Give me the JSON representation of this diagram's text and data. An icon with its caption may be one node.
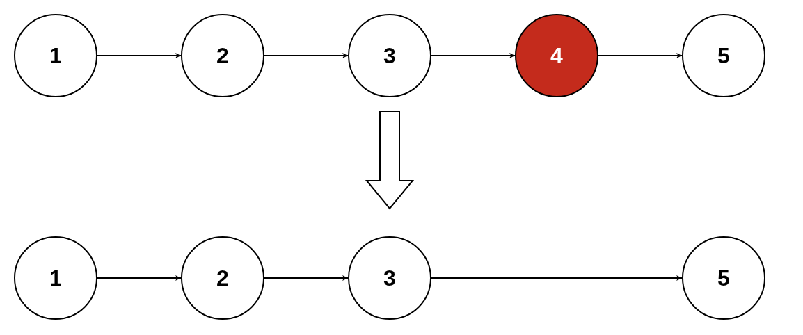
{
  "diagram": {
    "nodes": [
      {
        "text": [
          "1"
        ]
      },
      {
        "text": [
          "2"
        ]
      },
      {
        "text": [
          "3"
        ]
      },
      {
        "text": [
          "4"
        ]
      },
      {
        "text": [
          "5"
        ]
      },
      {
        "text": [
          "1"
        ]
      },
      {
        "text": [
          "2"
        ]
      },
      {
        "text": [
          "3"
        ]
      },
      {
        "text": [
          "5"
        ]
      }
    ],
    "edges": [
      {
        "from": 0,
        "to": 1,
        "arrow": "to"
      },
      {
        "from": 1,
        "to": 2,
        "arrow": "to"
      },
      {
        "from": 2,
        "to": 3,
        "arrow": "to"
      },
      {
        "from": 3,
        "to": 4,
        "arrow": "to"
      },
      {
        "from": 5,
        "to": 6,
        "arrow": "to"
      },
      {
        "from": 6,
        "to": 7,
        "arrow": "to"
      },
      {
        "from": 7,
        "to": 8,
        "arrow": "to"
      },
      {
        "from": 2,
        "to": 7,
        "arrow": "to",
        "style": "thick"
      }
    ]
  }
}
